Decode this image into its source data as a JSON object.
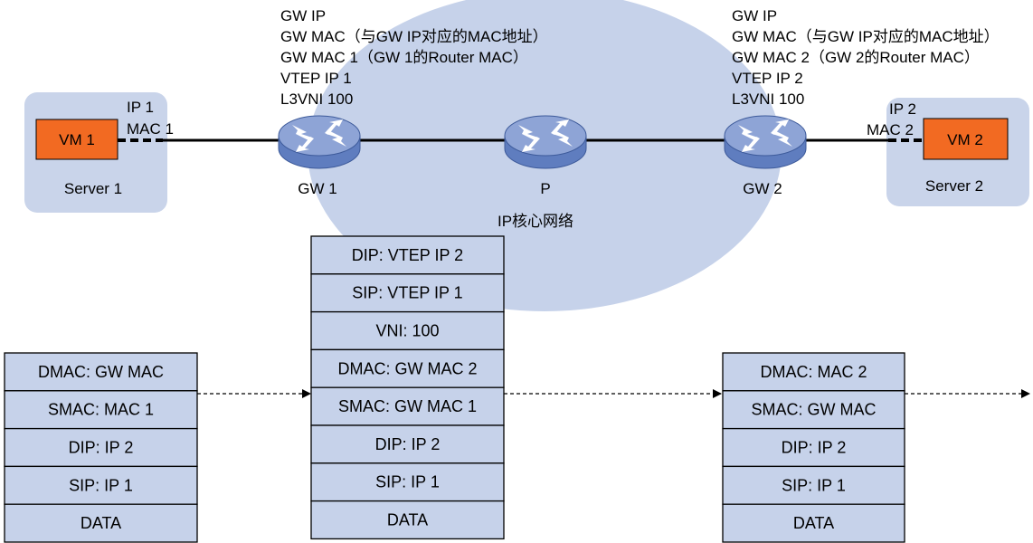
{
  "colors": {
    "cloud": "#c6d2ea",
    "server_box": "#c9d4ea",
    "vm": "#f26a22",
    "cell": "#c6d2ea",
    "line": "#000000",
    "router_top": "#8ea4d6",
    "router_side": "#5f7dbf"
  },
  "gw1_info": [
    "GW IP",
    "GW MAC（与GW IP对应的MAC地址）",
    "GW MAC 1（GW 1的Router MAC）",
    "VTEP IP 1",
    "L3VNI 100"
  ],
  "gw2_info": [
    "GW IP",
    "GW MAC（与GW IP对应的MAC地址）",
    "GW MAC 2（GW 2的Router MAC）",
    "VTEP IP 2",
    "L3VNI 100"
  ],
  "server1": {
    "label": "Server 1",
    "vm": "VM 1",
    "ip": "IP 1",
    "mac": "MAC 1"
  },
  "server2": {
    "label": "Server 2",
    "vm": "VM 2",
    "ip": "IP 2",
    "mac": "MAC 2"
  },
  "devices": {
    "gw1": "GW 1",
    "p": "P",
    "gw2": "GW 2"
  },
  "network_label": "IP核心网络",
  "packet1": [
    "DMAC: GW MAC",
    "SMAC: MAC 1",
    "DIP: IP 2",
    "SIP: IP 1",
    "DATA"
  ],
  "packet2": [
    "DIP: VTEP IP 2",
    "SIP: VTEP IP 1",
    "VNI: 100",
    "DMAC: GW MAC 2",
    "SMAC: GW MAC 1",
    "DIP: IP 2",
    "SIP: IP 1",
    "DATA"
  ],
  "packet3": [
    "DMAC: MAC 2",
    "SMAC: GW MAC",
    "DIP: IP 2",
    "SIP: IP 1",
    "DATA"
  ]
}
